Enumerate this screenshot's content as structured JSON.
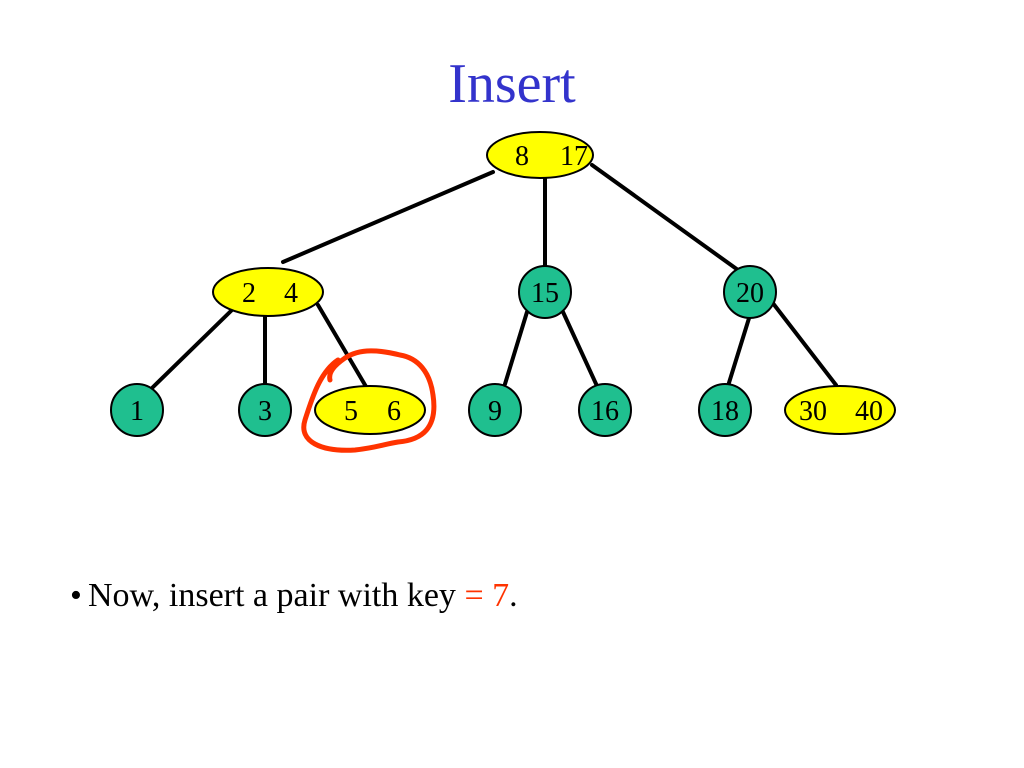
{
  "slide": {
    "title": "Insert"
  },
  "tree": {
    "root": {
      "keys": [
        "8",
        "17"
      ],
      "color": "#ffff00"
    },
    "level1": [
      {
        "keys": [
          "2",
          "4"
        ],
        "color": "#ffff00"
      },
      {
        "keys": [
          "15"
        ],
        "color": "#1fbf8f"
      },
      {
        "keys": [
          "20"
        ],
        "color": "#1fbf8f"
      }
    ],
    "leaves": [
      {
        "keys": [
          "1"
        ],
        "color": "#1fbf8f"
      },
      {
        "keys": [
          "3"
        ],
        "color": "#1fbf8f"
      },
      {
        "keys": [
          "5",
          "6"
        ],
        "color": "#ffff00",
        "highlighted": true
      },
      {
        "keys": [
          "9"
        ],
        "color": "#1fbf8f"
      },
      {
        "keys": [
          "16"
        ],
        "color": "#1fbf8f"
      },
      {
        "keys": [
          "18"
        ],
        "color": "#1fbf8f"
      },
      {
        "keys": [
          "30",
          "40"
        ],
        "color": "#ffff00"
      }
    ],
    "edge_color": "#000000",
    "highlight_color": "#ff3300"
  },
  "bullet": {
    "marker": "•",
    "text_before": "Now, insert a pair with key ",
    "key_text": "= 7",
    "text_after": ".",
    "key_color": "#ff3300"
  }
}
